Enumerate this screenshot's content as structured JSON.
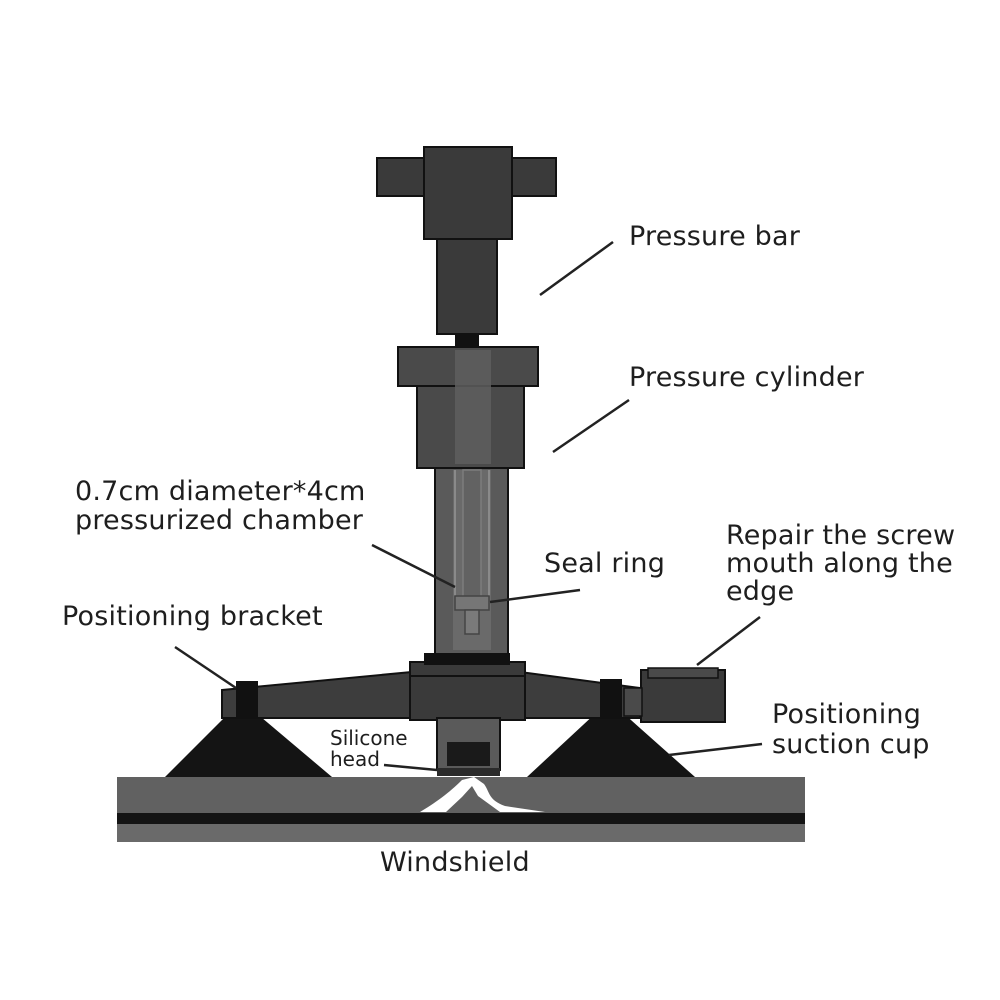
{
  "colors": {
    "background": "#ffffff",
    "dark": "#3c3c3c",
    "mid": "#595959",
    "black": "#141414",
    "glass": "#5f5f5f",
    "crack": "#ffffff",
    "leader": "#222222"
  },
  "labels": {
    "pressure_bar": "Pressure bar",
    "pressure_cylinder": "Pressure cylinder",
    "chamber": [
      "0.7cm diameter*4cm",
      "pressurized chamber"
    ],
    "seal_ring": "Seal ring",
    "repair_screw": [
      "Repair the screw",
      "mouth along the",
      "edge"
    ],
    "positioning_bracket": "Positioning bracket",
    "positioning_suction_cup": [
      "Positioning",
      "suction cup"
    ],
    "silicone_head": [
      "Silicone",
      "head"
    ],
    "windshield": "Windshield"
  }
}
